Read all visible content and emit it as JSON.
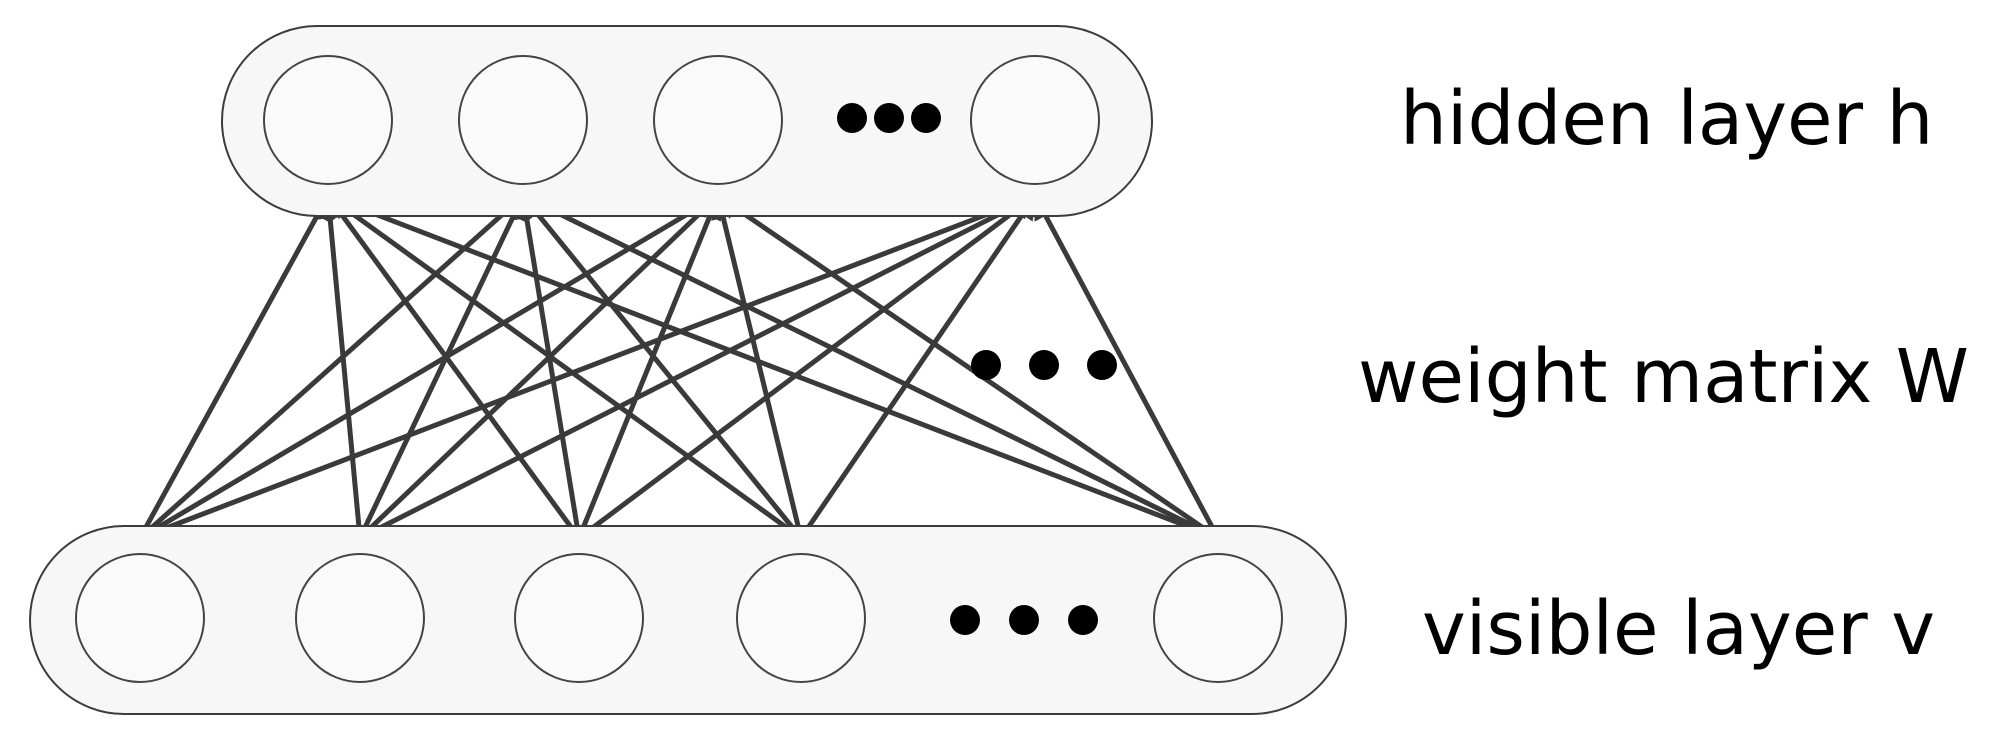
{
  "labels": {
    "hidden": "hidden layer h",
    "weight": "weight matrix W",
    "visible": "visible layer v"
  },
  "layers": {
    "hidden": {
      "drawn_units": 4,
      "ellipsis_after_unit": 3
    },
    "visible": {
      "drawn_units": 5,
      "ellipsis_after_unit": 4
    }
  },
  "edges": "fully-connected-bidirectional",
  "colors": {
    "edge": "#3a3a3a",
    "box_fill": "#f7f7f7",
    "box_stroke": "#3c3c3c",
    "neuron_fill": "#fafafa",
    "text": "#000000"
  }
}
